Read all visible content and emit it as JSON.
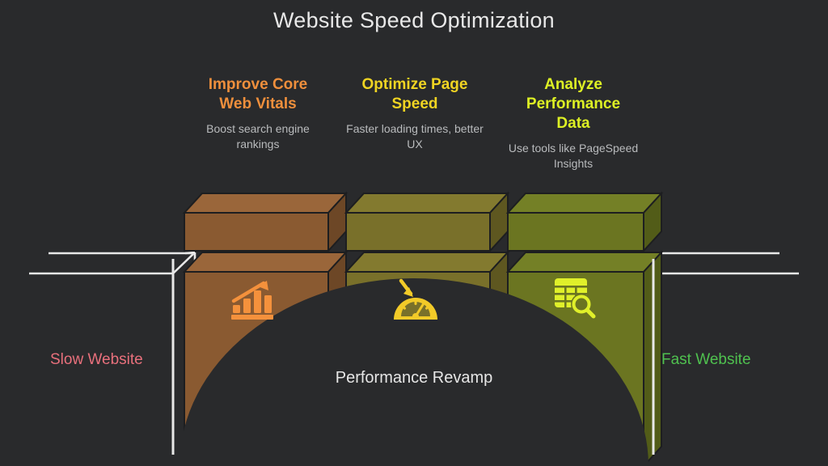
{
  "title": "Website Speed Optimization",
  "theme": {
    "background": "#292a2c",
    "title_color": "#e8e8e8",
    "subtitle_color": "#b9bbbd",
    "road_color": "#e8e8e8",
    "arch_caption_color": "#e6e6e6"
  },
  "columns": [
    {
      "heading": "Improve Core\nWeb Vitals",
      "heading_line1": "Improve Core",
      "heading_line2": "Web Vitals",
      "subtitle": "Boost search engine rankings",
      "heading_color": "#ef8f3c",
      "icon": "bar-chart-growth-icon",
      "icon_color": "#f4913c",
      "block_front": "#8a5a31",
      "block_top": "#9a663a",
      "block_side": "#6d4726"
    },
    {
      "heading": "Optimize Page\nSpeed",
      "heading_line1": "Optimize Page",
      "heading_line2": "Speed",
      "subtitle": "Faster loading times, better UX",
      "heading_color": "#f0d422",
      "icon": "speedometer-gauge-icon",
      "icon_color": "#f2ca28",
      "block_front": "#79702a",
      "block_top": "#837a2f",
      "block_side": "#5e5720"
    },
    {
      "heading": "Analyze\nPerformance\nData",
      "heading_line1": "Analyze",
      "heading_line2": "Performance",
      "heading_line3": "Data",
      "subtitle": "Use tools like PageSpeed Insights",
      "heading_color": "#ddf024",
      "icon": "data-table-search-icon",
      "icon_color": "#e0f02a",
      "block_front": "#6b7521",
      "block_top": "#748026",
      "block_side": "#525c18"
    }
  ],
  "left_label": {
    "text": "Slow Website",
    "color": "#e8707c"
  },
  "right_label": {
    "text": "Fast Website",
    "color": "#4fc14f"
  },
  "arch_caption": "Performance Revamp"
}
